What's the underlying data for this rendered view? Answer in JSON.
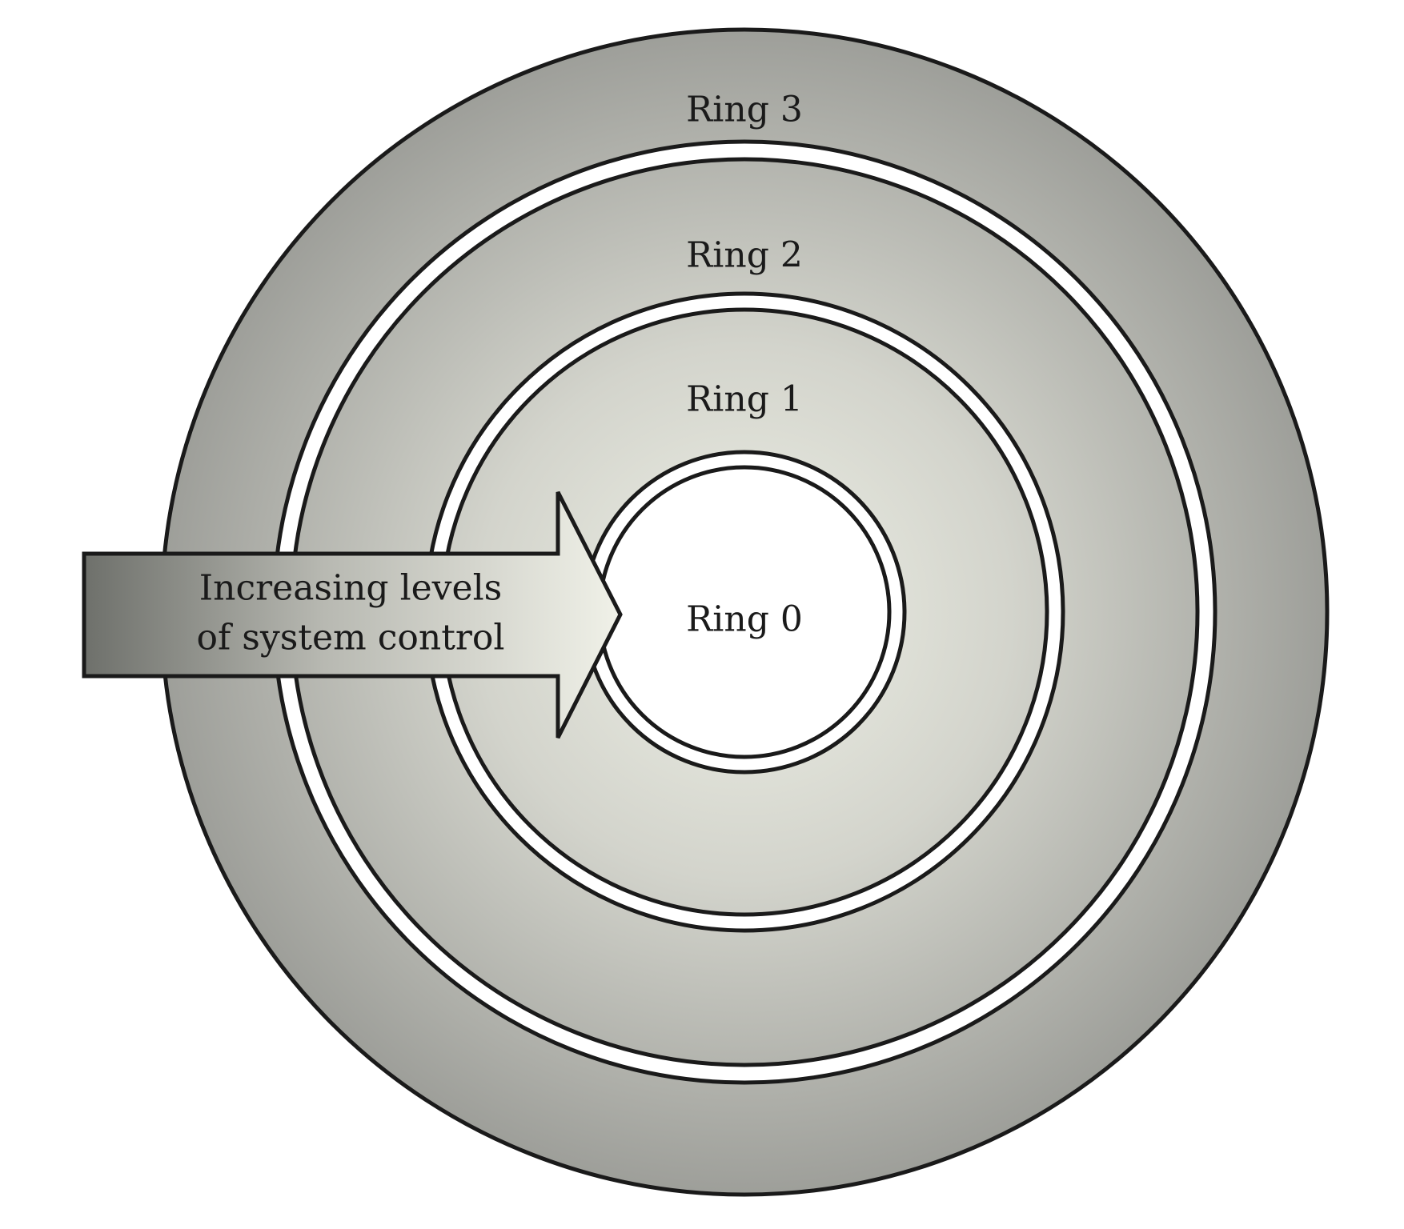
{
  "rings": [
    {
      "id": "ring-3",
      "label": "Ring 3"
    },
    {
      "id": "ring-2",
      "label": "Ring 2"
    },
    {
      "id": "ring-1",
      "label": "Ring 1"
    },
    {
      "id": "ring-0",
      "label": "Ring 0"
    }
  ],
  "arrow": {
    "line1": "Increasing levels",
    "line2": "of system control"
  },
  "colors": {
    "band_outer": "#9c9d98",
    "band_inner": "#e4e5dc",
    "stroke": "#1a1a1a",
    "core": "#ffffff",
    "gap": "#ffffff",
    "arrow_dark": "#6e706b",
    "arrow_light": "#f0f1e8"
  }
}
